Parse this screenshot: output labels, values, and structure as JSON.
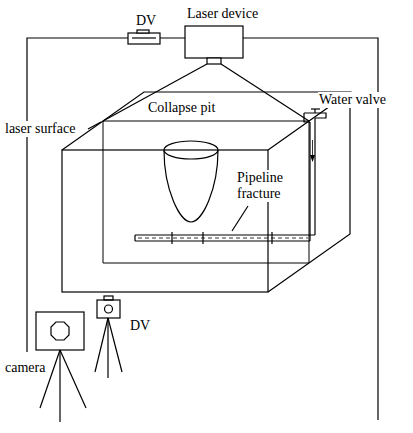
{
  "diagram": {
    "labels": [
      "DV",
      "Laser device",
      "Collapse pit",
      "Water valve",
      "laser surface",
      "Pipeline fracture",
      "DV",
      "camera"
    ]
  }
}
